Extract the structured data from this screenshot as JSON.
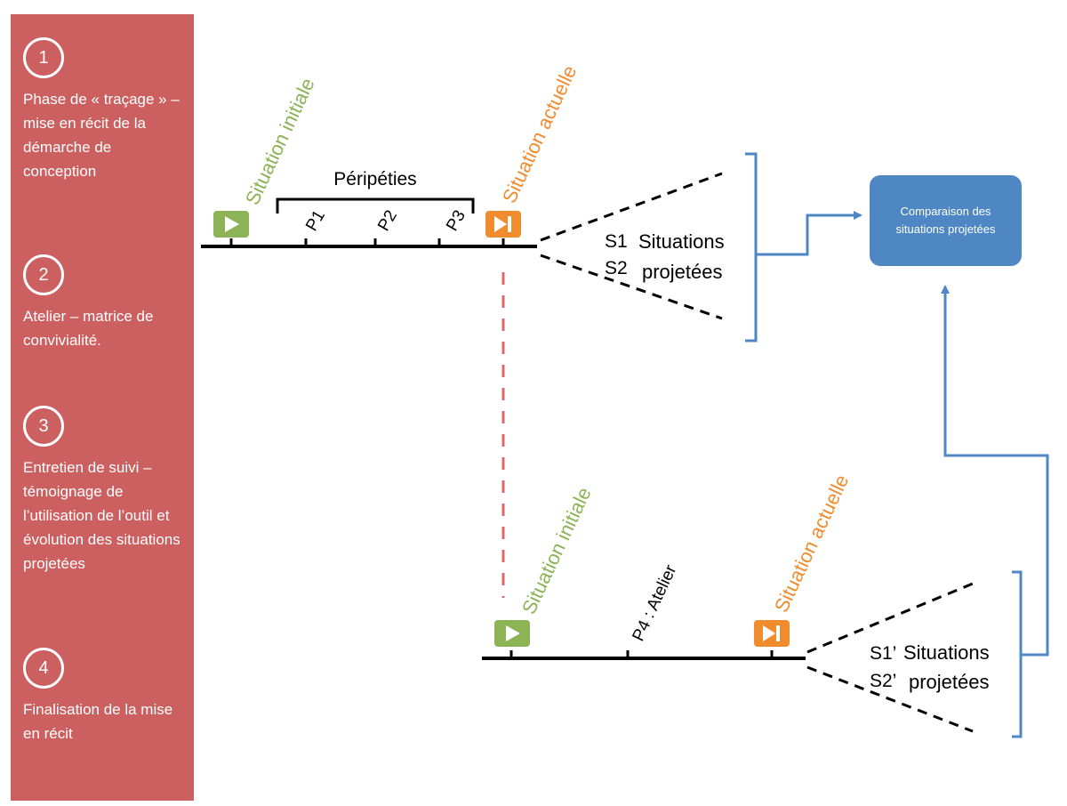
{
  "sidebar": {
    "steps": [
      {
        "num": "1",
        "text": "Phase de « traçage » – mise en récit de la démarche de conception"
      },
      {
        "num": "2",
        "text": "Atelier – matrice de convivialité."
      },
      {
        "num": "3",
        "text": "Entretien de suivi – témoignage de l’utilisation de l’outil et évolution des situations projetées"
      },
      {
        "num": "4",
        "text": "Finalisation de la mise en récit"
      }
    ]
  },
  "top": {
    "start_label": "Situation initiale",
    "end_label": "Situation actuelle",
    "peripeties_label": "Péripéties",
    "ticks": [
      "P1",
      "P2",
      "P3"
    ],
    "s1": "S1",
    "s2": "S2",
    "projected_line1": "Situations",
    "projected_line2": "projetées"
  },
  "bottom": {
    "start_label": "Situation initiale",
    "end_label": "Situation actuelle",
    "tick": "P4 : Atelier",
    "s1": "S1’",
    "s2": "S2’",
    "projected_line1": "Situations",
    "projected_line2": "projetées"
  },
  "comparison": {
    "label": "Comparaison des situations projetées"
  },
  "colors": {
    "sidebar": "#cc5f5f",
    "green": "#8cb356",
    "orange": "#f08c2e",
    "blue": "#4f87c5",
    "dashed_red": "#d96d6d"
  },
  "icons": {
    "start": "play-icon",
    "end": "skip-to-end-icon"
  }
}
